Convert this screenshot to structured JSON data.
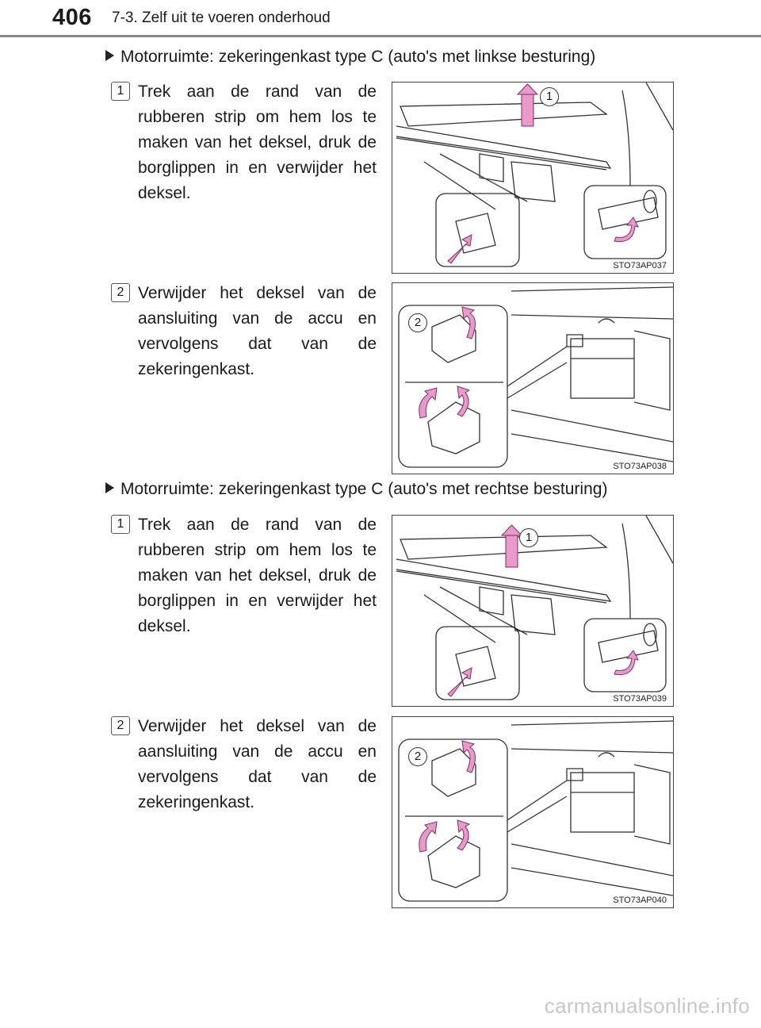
{
  "header": {
    "page_number": "406",
    "chapter_title": "7-3. Zelf uit te voeren onderhoud"
  },
  "sections": [
    {
      "heading": "Motorruimte: zekeringenkast type C (auto's met linkse besturing)",
      "steps": [
        {
          "number": "1",
          "text": "Trek aan de rand van de rubberen strip om hem los te maken van het deksel, druk de borglippen in en verwijder het deksel.",
          "figure_code": "STO73AP037",
          "callout": "1"
        },
        {
          "number": "2",
          "text": "Verwijder het deksel van de aansluiting van de accu en vervolgens dat van de zekeringenkast.",
          "figure_code": "STO73AP038",
          "callout": "2"
        }
      ]
    },
    {
      "heading": "Motorruimte: zekeringenkast type C (auto's met rechtse besturing)",
      "steps": [
        {
          "number": "1",
          "text": "Trek aan de rand van de rubberen strip om hem los te maken van het deksel, druk de borglippen in en verwijder het deksel.",
          "figure_code": "STO73AP039",
          "callout": "1"
        },
        {
          "number": "2",
          "text": "Verwijder het deksel van de aansluiting van de accu en vervolgens dat van de zekeringenkast.",
          "figure_code": "STO73AP040",
          "callout": "2"
        }
      ]
    }
  ],
  "watermark": "carmanualsonline.info",
  "colors": {
    "arrow": "#e89acb",
    "arrow_stroke": "#7a2f64",
    "rule": "#8a8a8a"
  }
}
